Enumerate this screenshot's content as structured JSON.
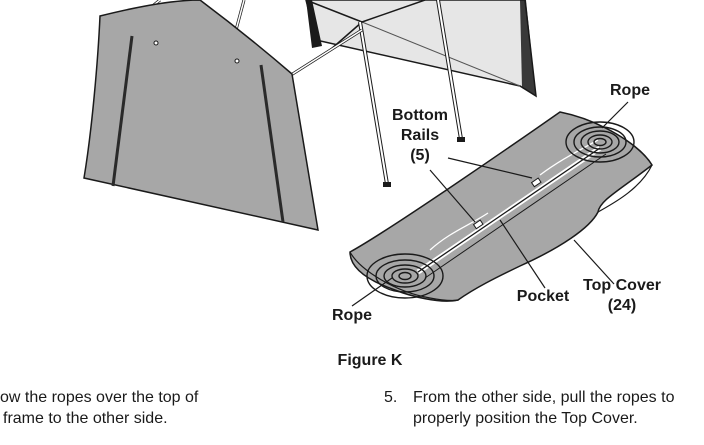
{
  "figure": {
    "labels": {
      "rope_top": "Rope",
      "bottom_rails": [
        "Bottom",
        "Rails",
        "(5)"
      ],
      "rope_bottom": "Rope",
      "pocket": "Pocket",
      "top_cover": [
        "Top Cover",
        "(24)"
      ]
    },
    "caption": "Figure K"
  },
  "steps": {
    "left": [
      "ow the ropes over the top of",
      "frame to the other side."
    ],
    "right": {
      "number": "5.",
      "lines": [
        "From the other side, pull the ropes to",
        "properly position the Top Cover."
      ]
    }
  },
  "colors": {
    "cover_fill": "#a7a7a7",
    "shelter_fill": "#e6e6e6",
    "outline": "#1a1a1a"
  }
}
